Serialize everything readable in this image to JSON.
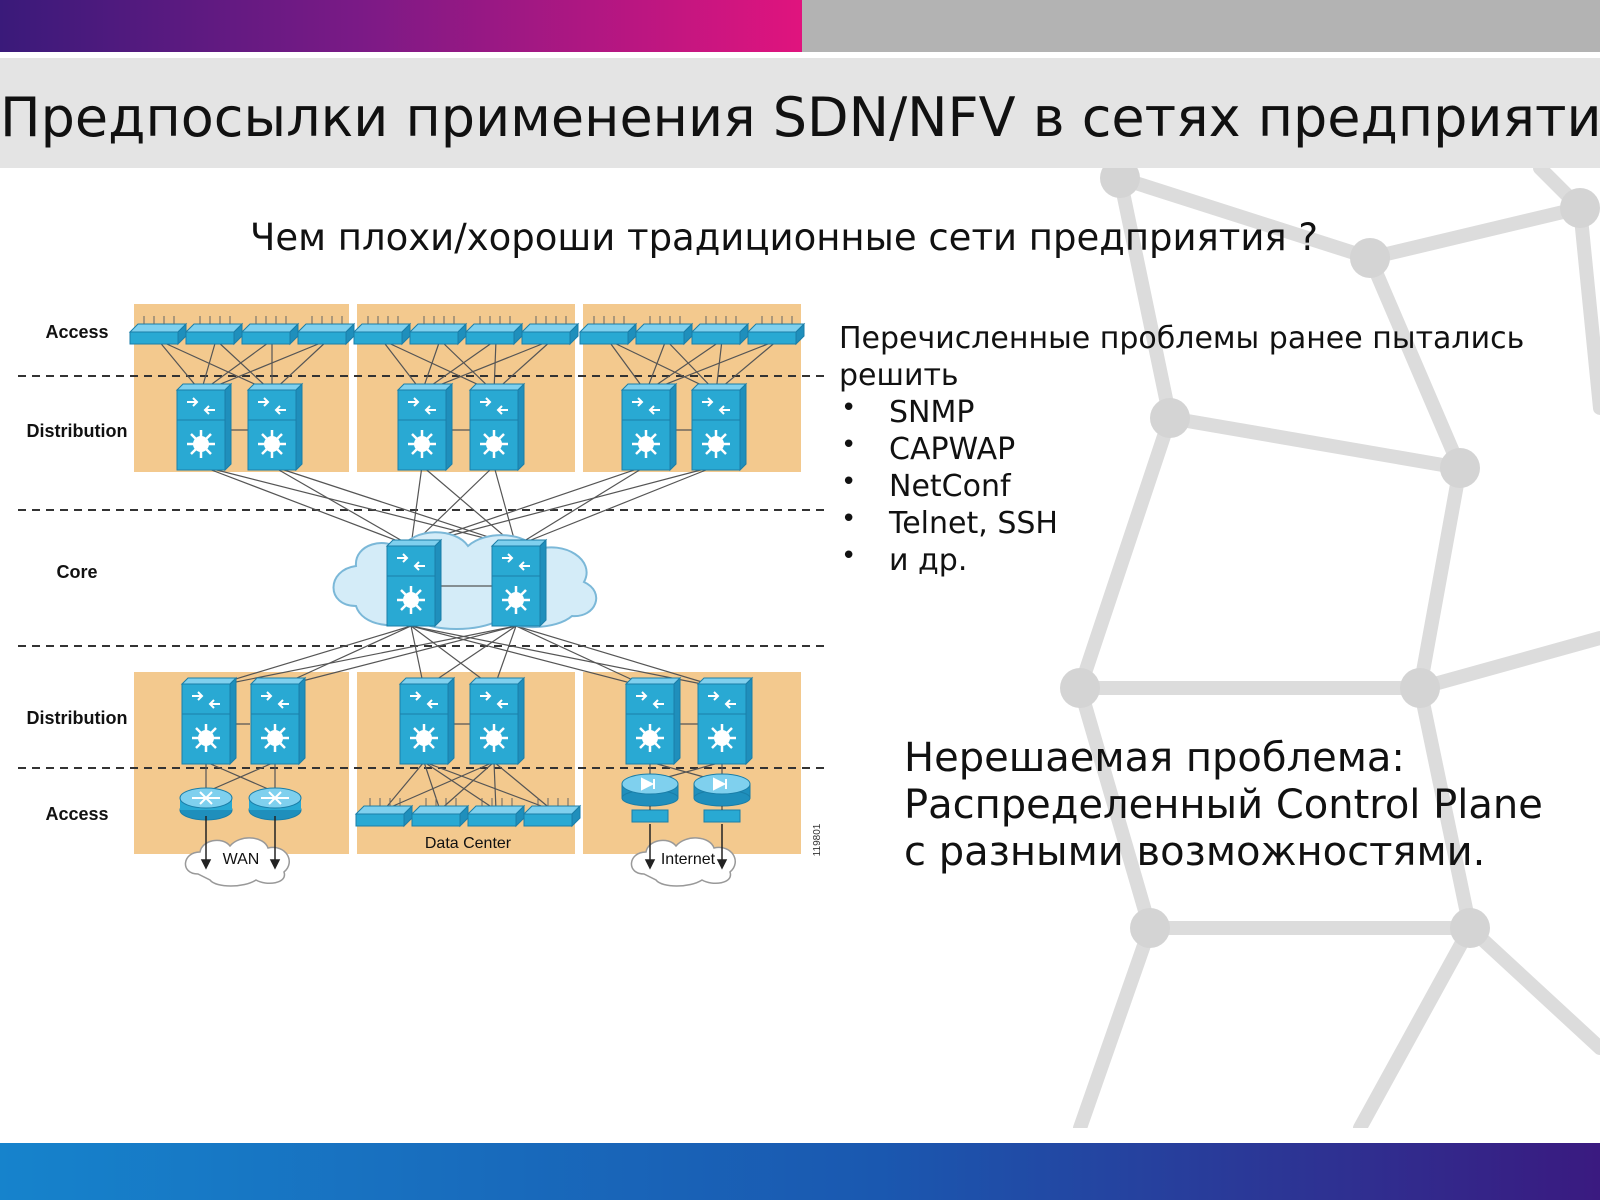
{
  "slide": {
    "title": "Предпосылки применения SDN/NFV в сетях предприятия",
    "subtitle": "Чем плохи/хороши традиционные сети предприятия ?"
  },
  "diagram": {
    "layers": {
      "access_top": "Access",
      "distribution_top": "Distribution",
      "core": "Core",
      "distribution_bottom": "Distribution",
      "access_bottom": "Access"
    },
    "clouds": {
      "wan": "WAN",
      "internet": "Internet"
    },
    "data_center_label": "Data Center",
    "figure_id": "119801"
  },
  "notes": {
    "intro": "Перечисленные проблемы ранее пытались решить",
    "items": [
      "SNMP",
      "CAPWAP",
      "NetConf",
      "Telnet, SSH",
      "и др."
    ]
  },
  "problem": {
    "line1": "Нерешаемая проблема:",
    "line2": "Распределенный Control Plane",
    "line3": "с разными возможностями."
  },
  "colors": {
    "panel": "#f3c98e",
    "device": "#29a9d3",
    "cloud": "#d4ecf8",
    "accent": "#e0147e"
  }
}
